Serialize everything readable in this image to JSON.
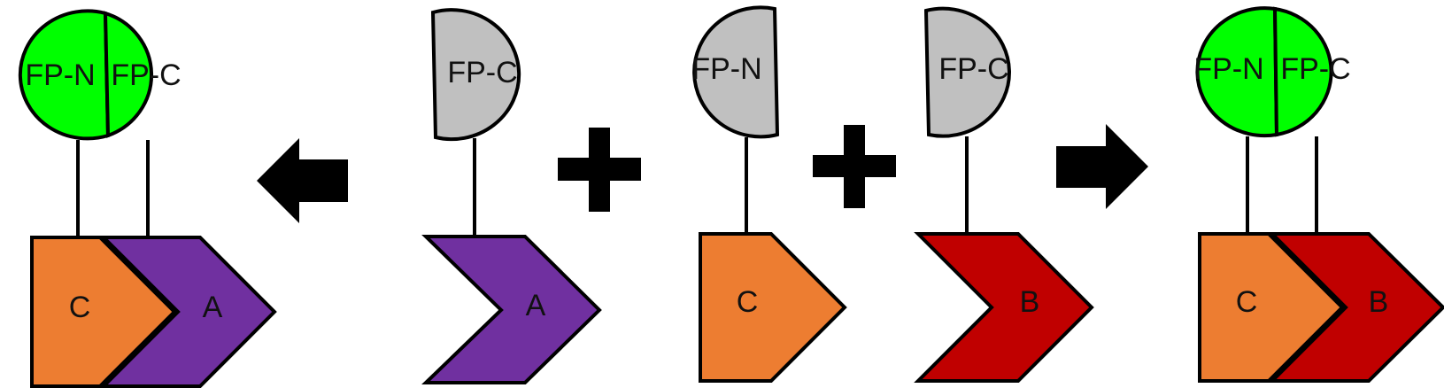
{
  "colors": {
    "green": "#00ff00",
    "gray": "#c0c0c0",
    "orange": "#ed7d31",
    "purple": "#7030a0",
    "red": "#c00000",
    "black": "#000000"
  },
  "labels": {
    "fp_n": "FP-N",
    "fp_c": "FP-C",
    "c": "C",
    "a": "A",
    "b": "B"
  },
  "icons": {
    "left_arrow": "left-arrow-icon",
    "plus": "plus-icon",
    "right_arrow": "right-arrow-icon"
  }
}
